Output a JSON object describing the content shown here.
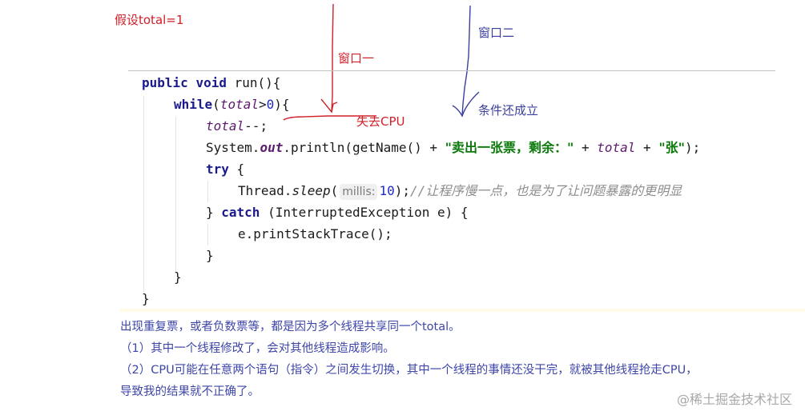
{
  "annotations": {
    "assumption": "假设total=1",
    "window_one": "窗口一",
    "window_two": "窗口二",
    "lose_cpu": "失去CPU",
    "condition_still_true": "条件还成立"
  },
  "colors": {
    "annotation_red": "#d0202a",
    "annotation_blue": "#3b3f9e",
    "keyword": "#1a1a8c",
    "field": "#5d1b6e",
    "string": "#0b7a0b",
    "number": "#1f2cc4",
    "comment": "#8c8c8c",
    "notes_text": "#3e46a8"
  },
  "code": {
    "l1": {
      "kw_public": "public",
      "kw_void": "void",
      "rest": " run(){"
    },
    "l2": {
      "kw_while": "while",
      "open": "(",
      "field": "total",
      "gt": ">",
      "zero": "0",
      "close": "){"
    },
    "l3": {
      "field": "total",
      "rest": "--;"
    },
    "l4": {
      "a": "System.",
      "out": "out",
      "b": ".println(getName() + ",
      "s1": "\"卖出一张票，剩余：\"",
      "c": " + ",
      "field": "total",
      "d": " + ",
      "s2": "\"张\"",
      "e": ");"
    },
    "l5": {
      "kw_try": "try",
      "rest": " {"
    },
    "l6": {
      "a": "Thread.",
      "sleep": "sleep",
      "b": "(",
      "hint": "millis:",
      "num": "10",
      "c": ");",
      "comment": "//让程序慢一点，也是为了让问题暴露的更明显"
    },
    "l7": {
      "a": "} ",
      "kw_catch": "catch",
      "rest": " (InterruptedException e) {"
    },
    "l8": {
      "text": "e.printStackTrace();"
    },
    "l9": {
      "text": "}"
    },
    "l10": {
      "text": "}"
    },
    "l11": {
      "text": "}"
    }
  },
  "notes": [
    "出现重复票，或者负数票等，都是因为多个线程共享同一个total。",
    "（1）其中一个线程修改了，会对其他线程造成影响。",
    "（2）CPU可能在任意两个语句（指令）之间发生切换，其中一个线程的事情还没干完，就被其他线程抢走CPU，",
    "导致我的结果就不正确了。"
  ],
  "watermark": "@稀土掘金技术社区"
}
